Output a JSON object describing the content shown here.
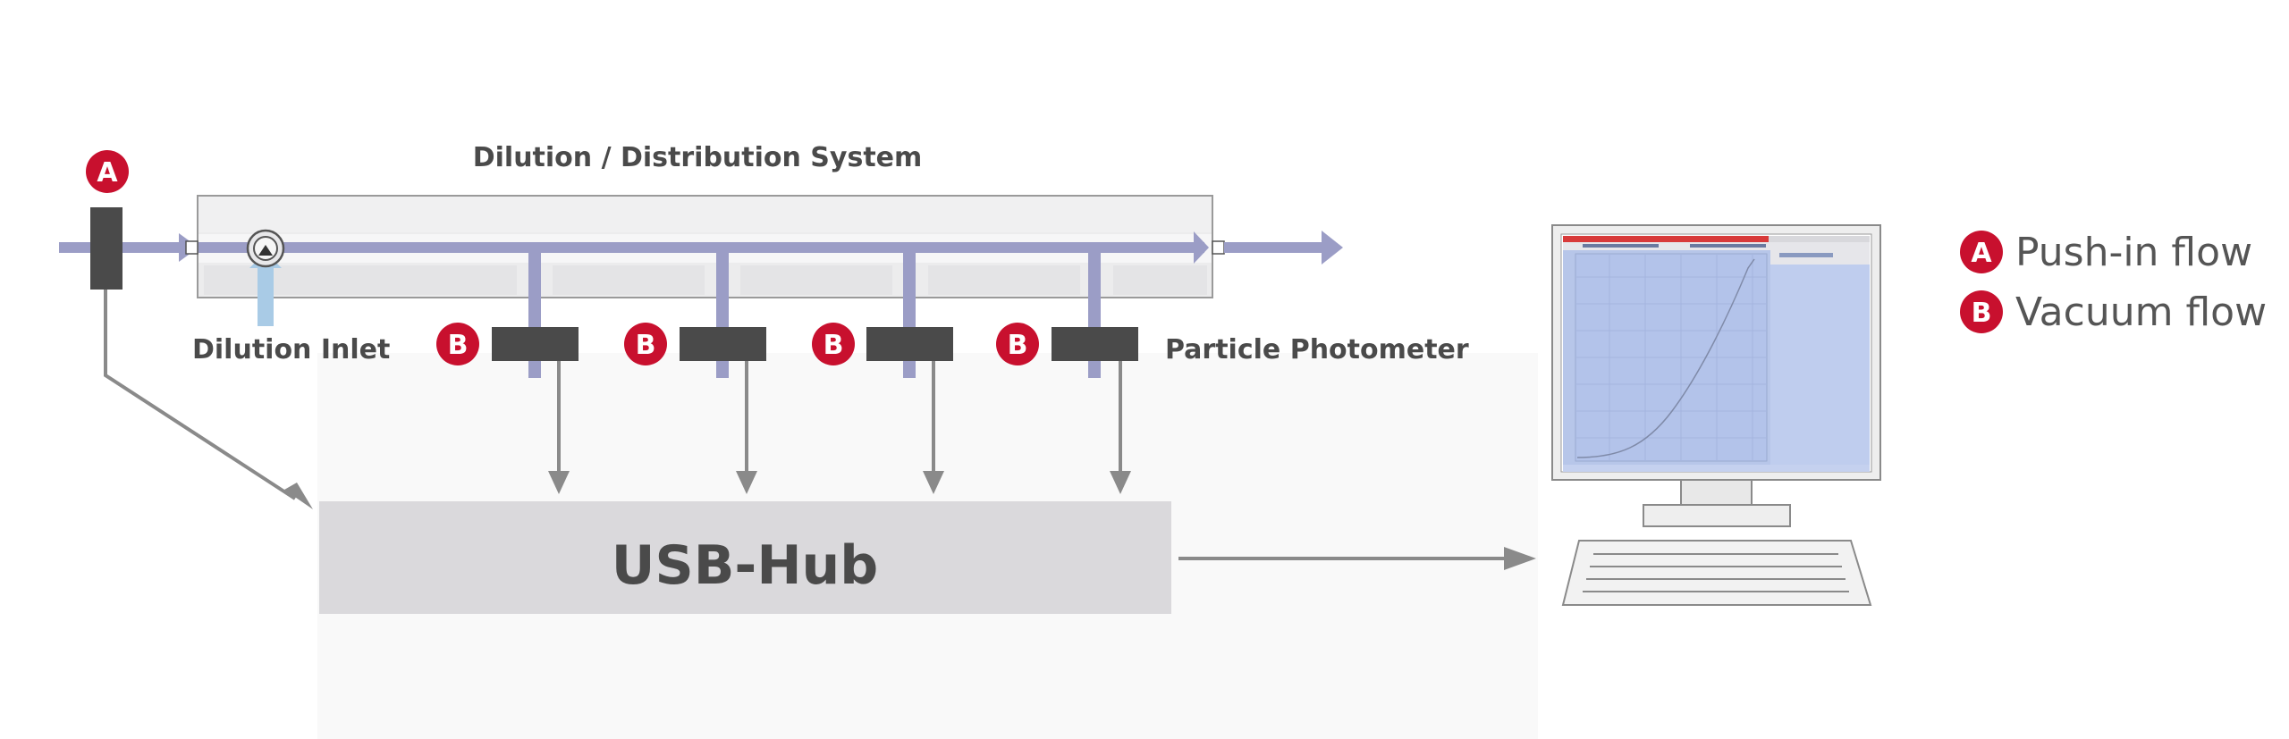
{
  "title": "Dilution / Distribution System",
  "labels": {
    "dilution_inlet": "Dilution Inlet",
    "particle_photometer": "Particle Photometer",
    "usb_hub": "USB-Hub"
  },
  "badges": {
    "a": "A",
    "b": "B"
  },
  "legend": [
    {
      "badge": "A",
      "text": "Push-in flow"
    },
    {
      "badge": "B",
      "text": "Vacuum flow"
    }
  ],
  "colors": {
    "badge": "#c8102e",
    "flow": "#9b9dc6",
    "inlet_flow": "#a9cbe6",
    "device": "#4a4a4a",
    "hub": "#dad9dc",
    "arrow_gray": "#8a8a8a",
    "screen": "#b7c6e9",
    "screen_bar": "#d83a3a"
  }
}
